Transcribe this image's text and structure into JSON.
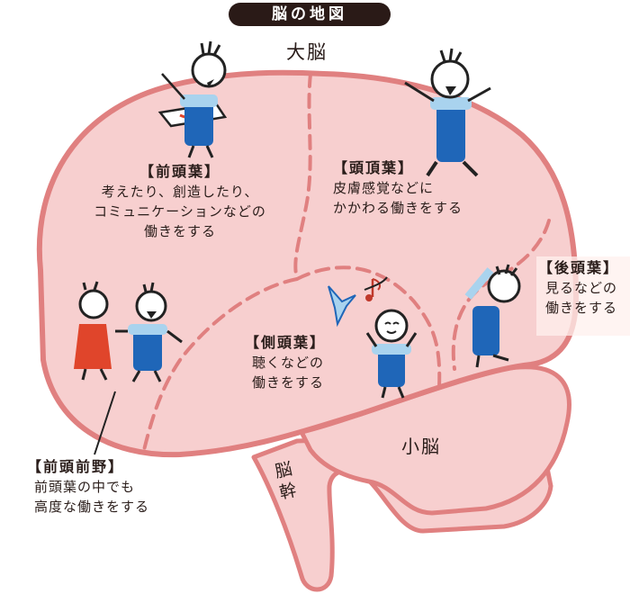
{
  "title": "脳の地図",
  "regions": {
    "cerebrum": {
      "label": "大脳"
    },
    "cerebellum": {
      "label": "小脳"
    },
    "brainstem": {
      "label_line1": "脳",
      "label_line2": "幹"
    },
    "frontal_lobe": {
      "heading": "【前頭葉】",
      "line1": "考えたり、創造したり、",
      "line2": "コミュニケーションなどの",
      "line3": "働きをする"
    },
    "parietal_lobe": {
      "heading": "【頭頂葉】",
      "line1": "皮膚感覚などに",
      "line2": "かかわる働きをする"
    },
    "occipital_lobe": {
      "heading": "【後頭葉】",
      "line1": "見るなどの",
      "line2": "働きをする"
    },
    "temporal_lobe": {
      "heading": "【側頭葉】",
      "line1": "聴くなどの",
      "line2": "働きをする"
    },
    "prefrontal_cortex": {
      "heading": "【前頭前野】",
      "line1": "前頭葉の中でも",
      "line2": "高度な働きをする"
    }
  },
  "colors": {
    "brain_fill": "#f7cfcf",
    "brain_outline": "#e08080",
    "dashed_divider": "#e08080",
    "title_bg": "#2a1a17",
    "overalls_blue": "#1f66b8",
    "shirt_light_blue": "#a9d3ee",
    "apron_red": "#e0452b"
  },
  "illustrations": [
    "painter-child-icon",
    "cheering-child-icon",
    "talking-children-icon",
    "listening-child-icon",
    "looking-child-icon",
    "bird-icon",
    "music-note-icon"
  ]
}
